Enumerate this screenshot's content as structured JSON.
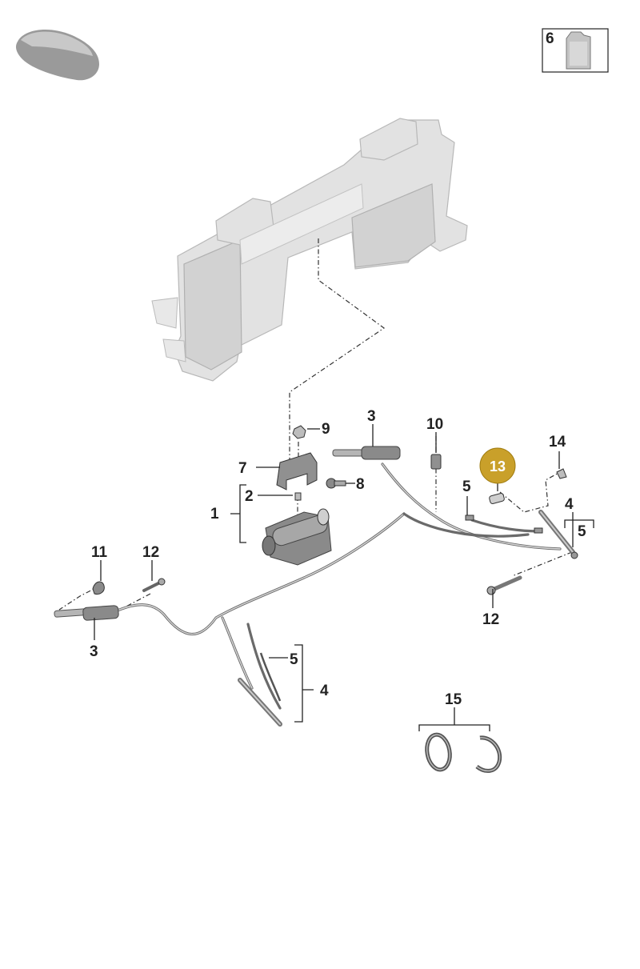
{
  "accent_color": "#c9a02a",
  "highlighted_part": "13",
  "callouts": {
    "c1": "1",
    "c2": "2",
    "c3a": "3",
    "c3b": "3",
    "c4a": "4",
    "c4b": "4",
    "c5a": "5",
    "c5b": "5",
    "c5c": "5",
    "c6": "6",
    "c7": "7",
    "c8": "8",
    "c9": "9",
    "c10": "10",
    "c11": "11",
    "c12a": "12",
    "c12b": "12",
    "c13": "13",
    "c14": "14",
    "c15": "15"
  },
  "icons": {
    "vehicle": "car-silhouette-icon",
    "fluid": "oil-canister-icon"
  }
}
